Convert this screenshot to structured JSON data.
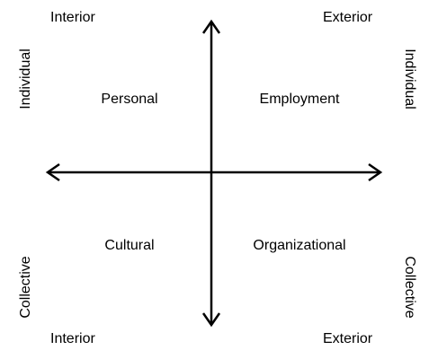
{
  "corners": {
    "top_left": "Interior",
    "top_right": "Exterior",
    "bottom_left": "Interior",
    "bottom_right": "Exterior"
  },
  "sides": {
    "left_top": "Individual",
    "right_top": "Individual",
    "left_bottom": "Collective",
    "right_bottom": "Collective"
  },
  "quadrants": {
    "upper_left": "Personal",
    "upper_right": "Employment",
    "lower_left": "Cultural",
    "lower_right": "Organizational"
  },
  "colors": {
    "axis": "#000000",
    "text": "#000000"
  }
}
